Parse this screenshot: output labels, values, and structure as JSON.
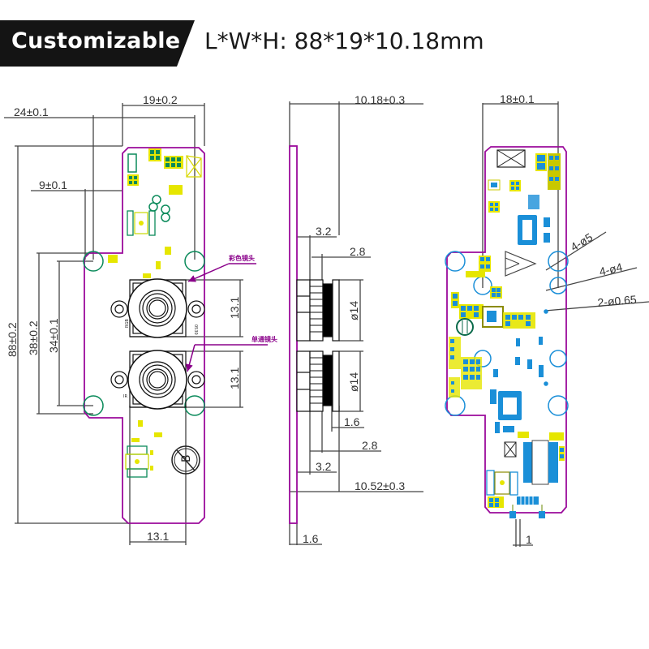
{
  "header": {
    "badge_label": "Customizable",
    "dimensions_label": "L*W*H:  88*19*10.18mm"
  },
  "colors": {
    "badge_bg": "#141414",
    "board_outline": "#9b0a9b",
    "pad_green": "#0a8a5a",
    "pad_blue": "#1a8fd8",
    "pad_yellow": "#e6e600",
    "dimension_line": "#444444"
  },
  "front_view": {
    "dimensions": {
      "hole_span_width": "24±0.1",
      "board_width": "19±0.2",
      "offset_top": "9±0.1",
      "length": "88±0.2",
      "outer_hole_pitch": "38±0.2",
      "inner_hole_pitch": "34±0.1",
      "lens_upper_height": "13.1",
      "lens_lower_height": "13.1",
      "bottom_width": "13.1"
    },
    "annotations": {
      "color_lens": "彩色镜头",
      "mono_lens": "单通镜头"
    },
    "labels": {
      "rgb": "RGB",
      "ir": "IR",
      "part_code": "0530"
    }
  },
  "side_view": {
    "dimensions": {
      "top_height": "10.18±0.3",
      "upper_3_2": "3.2",
      "upper_2_8": "2.8",
      "lens_dia_upper": "ø14",
      "lens_dia_lower": "ø14",
      "lower_1_6": "1.6",
      "lower_2_8": "2.8",
      "lower_3_2": "3.2",
      "bottom_height": "10.52±0.3",
      "board_thickness": "1.6"
    }
  },
  "back_view": {
    "dimensions": {
      "width": "18±0.1",
      "holes_large": "4-ø5",
      "holes_medium": "4-ø4",
      "holes_small": "2-ø0.65",
      "connector_pitch": "1"
    }
  }
}
